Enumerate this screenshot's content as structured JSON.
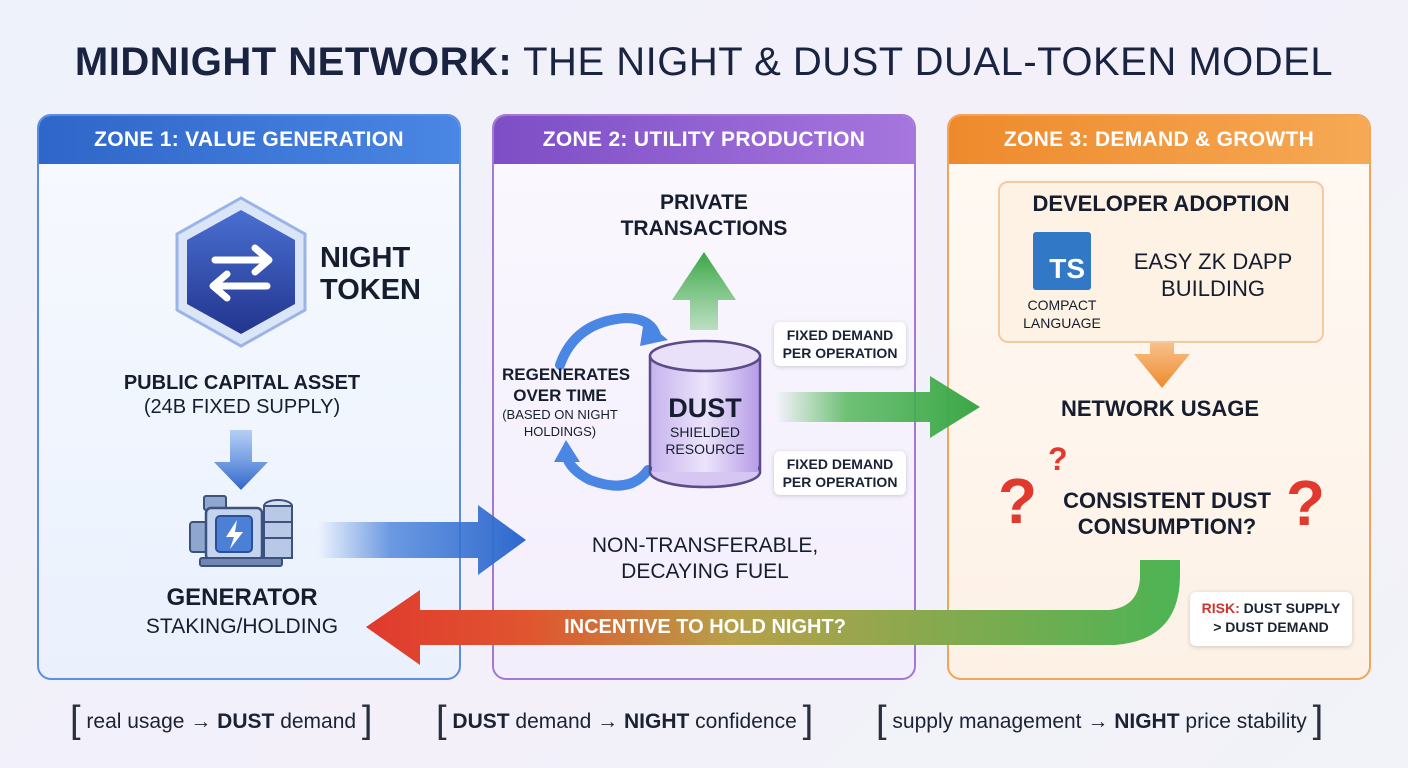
{
  "title": {
    "bold": "MIDNIGHT NETWORK:",
    "rest": "THE NIGHT & DUST DUAL-TOKEN MODEL"
  },
  "colors": {
    "zone1": "#3f7bd8",
    "zone2": "#9361d3",
    "zone3": "#f29a3f",
    "green": "#4cb454",
    "red": "#e03a2e",
    "navy": "#1a2340"
  },
  "zone1": {
    "header": "ZONE 1: VALUE GENERATION",
    "token_line1": "NIGHT",
    "token_line2": "TOKEN",
    "token_icon": "swap-arrows-hexagon-icon",
    "asset_line1": "PUBLIC CAPITAL ASSET",
    "asset_line2": "(24B FIXED SUPPLY)",
    "generator_icon": "generator-lightning-icon",
    "generator_title": "GENERATOR",
    "generator_sub": "STAKING/HOLDING"
  },
  "zone2": {
    "header": "ZONE 2: UTILITY PRODUCTION",
    "private_line1": "PRIVATE",
    "private_line2": "TRANSACTIONS",
    "regen_line1": "REGENERATES",
    "regen_line2": "OVER TIME",
    "regen_line3": "(BASED ON NIGHT",
    "regen_line4": "HOLDINGS)",
    "dust_title": "DUST",
    "dust_sub1": "SHIELDED",
    "dust_sub2": "RESOURCE",
    "callout_top_line1": "FIXED DEMAND",
    "callout_top_line2": "PER OPERATION",
    "callout_bottom_line1": "FIXED DEMAND",
    "callout_bottom_line2": "PER OPERATION",
    "fuel_line1": "NON-TRANSFERABLE,",
    "fuel_line2": "DECAYING FUEL"
  },
  "zone3": {
    "header": "ZONE 3: DEMAND & GROWTH",
    "dev_title": "DEVELOPER ADOPTION",
    "ts_logo": "TS",
    "compact_line1": "COMPACT",
    "compact_line2": "LANGUAGE",
    "easy_line1": "EASY ZK DAPP",
    "easy_line2": "BUILDING",
    "network_usage": "NETWORK USAGE",
    "question_mark": "?",
    "consistent_line1": "CONSISTENT DUST",
    "consistent_line2": "CONSUMPTION?",
    "risk_label": "RISK:",
    "risk_line1": "DUST SUPPLY",
    "risk_line2": "> DUST DEMAND"
  },
  "feedback_arrow_label": "INCENTIVE TO HOLD NIGHT?",
  "footer": {
    "arrow": "→",
    "open_bracket": "[",
    "close_bracket": "]",
    "item1": {
      "pre": "real usage",
      "strong": "DUST",
      "post": "demand"
    },
    "item2": {
      "pre_strong": "DUST",
      "pre": "demand",
      "strong": "NIGHT",
      "post": "confidence"
    },
    "item3": {
      "pre": "supply management",
      "strong": "NIGHT",
      "post": "price stability"
    }
  }
}
